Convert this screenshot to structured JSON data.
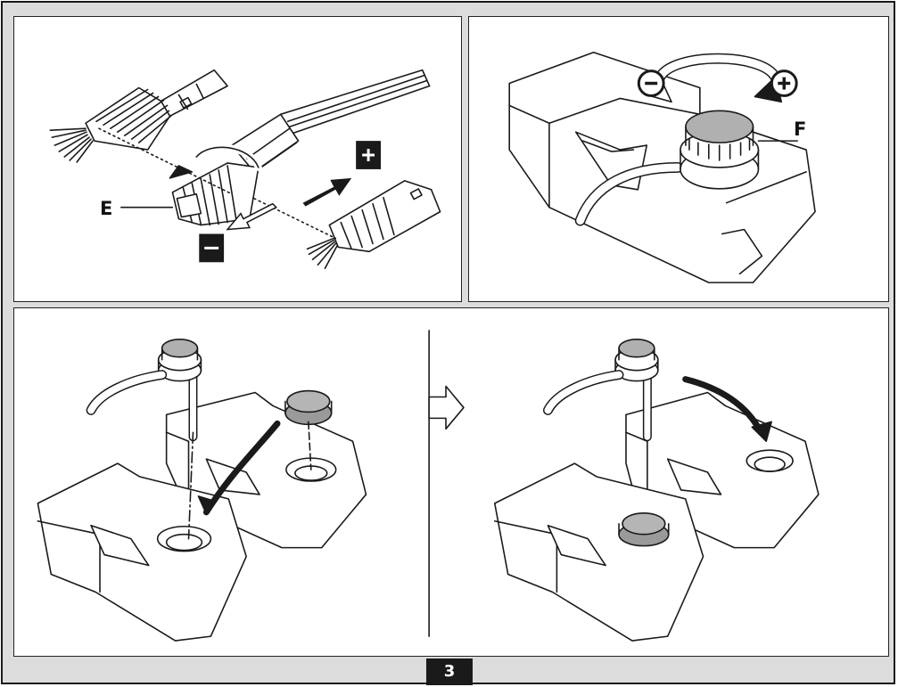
{
  "labels": {
    "e": "E",
    "f": "F"
  },
  "page_number": "3",
  "colors": {
    "ink": "#1a1a1a",
    "background": "#dcdcdc",
    "cap_fill": "#9a9a9a"
  },
  "icons": {
    "plus": "plus-icon",
    "minus": "minus-icon",
    "plus_circle": "plus-circle-icon",
    "minus_circle": "minus-circle-icon"
  }
}
